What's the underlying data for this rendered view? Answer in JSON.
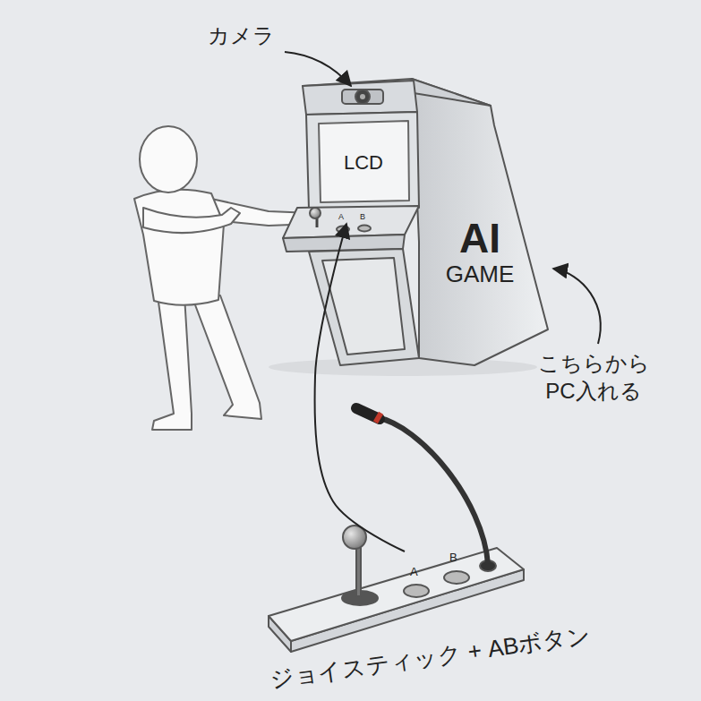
{
  "diagram": {
    "nodes": [
      {
        "text": [
          "LCD"
        ]
      },
      {
        "text": [
          "AI",
          "GAME"
        ]
      },
      {
        "text": [
          "A",
          "B"
        ]
      },
      {
        "text": [
          "A",
          "B"
        ]
      }
    ],
    "edges": [
      {
        "from": 3,
        "to": 2,
        "arrow": "to"
      }
    ],
    "labels": [
      "カメラ",
      "こちらから PC入れる",
      "ジョイスティック + ABボタン"
    ]
  }
}
